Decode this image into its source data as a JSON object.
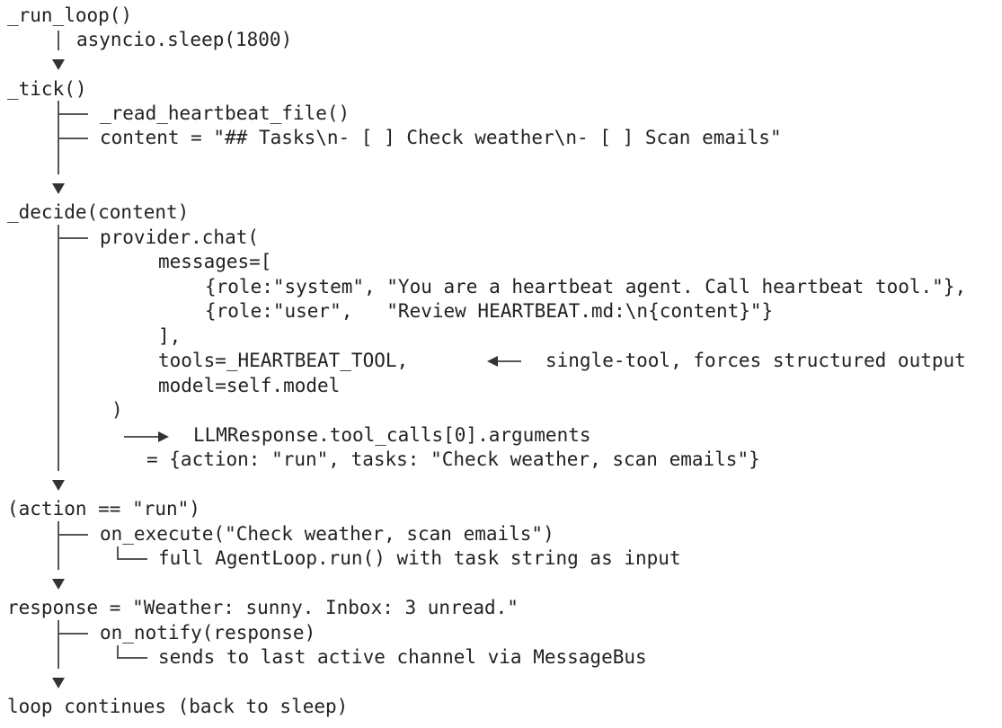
{
  "lines": {
    "run_loop": "_run_loop()",
    "sleep": "asyncio.sleep(1800)",
    "tick": "_tick()",
    "read_file": "_read_heartbeat_file()",
    "content": "content = \"## Tasks\\n- [ ] Check weather\\n- [ ] Scan emails\"",
    "decide": "_decide(content)",
    "provider_chat": "provider.chat(",
    "messages_open": "messages=[",
    "msg_system": "{role:\"system\", \"You are a heartbeat agent. Call heartbeat tool.\"},",
    "msg_user": "{role:\"user\",   \"Review HEARTBEAT.md:\\n{content}\"}",
    "messages_close": "],",
    "tools": "tools=_HEARTBEAT_TOOL,",
    "tools_note": "single-tool, forces structured output",
    "model": "model=self.model",
    "paren_close": ")",
    "llm_response": "LLMResponse.tool_calls[0].arguments",
    "llm_value": "= {action: \"run\", tasks: \"Check weather, scan emails\"}",
    "action_check": "(action == \"run\")",
    "on_execute": "on_execute(\"Check weather, scan emails\")",
    "agentloop": "full AgentLoop.run() with task string as input",
    "response": "response = \"Weather: sunny. Inbox: 3 unread.\"",
    "on_notify": "on_notify(response)",
    "sends": "sends to last active channel via MessageBus",
    "loop_continues": "loop continues (back to sleep)"
  }
}
